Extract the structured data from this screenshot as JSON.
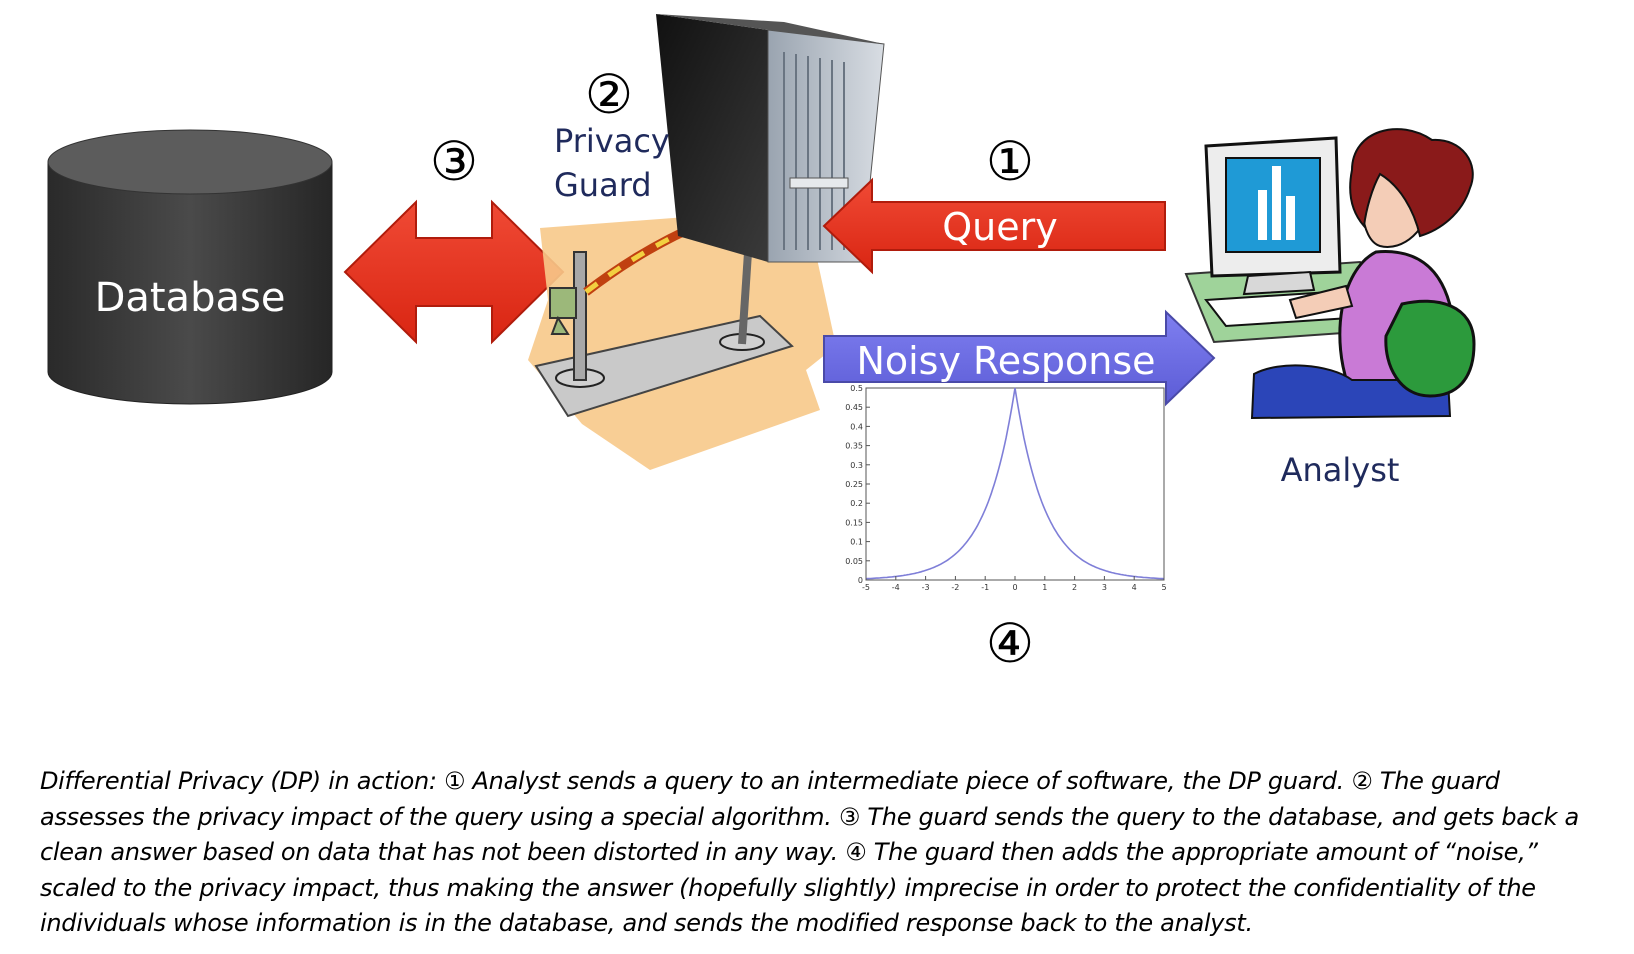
{
  "diagram": {
    "database_label": "Database",
    "guard_label_line1": "Privacy",
    "guard_label_line2": "Guard",
    "query_label": "Query",
    "noisy_response_label": "Noisy Response",
    "analyst_label": "Analyst",
    "step_markers": {
      "one": "①",
      "two": "②",
      "three": "③",
      "four": "④"
    }
  },
  "chart_data": {
    "type": "line",
    "x": [
      -5,
      -4.5,
      -4,
      -3.5,
      -3,
      -2.5,
      -2,
      -1.5,
      -1,
      -0.5,
      0,
      0.5,
      1,
      1.5,
      2,
      2.5,
      3,
      3.5,
      4,
      4.5,
      5
    ],
    "series": [
      {
        "values": [
          0.0034,
          0.0056,
          0.0092,
          0.0151,
          0.0249,
          0.041,
          0.0677,
          0.1116,
          0.1839,
          0.3033,
          0.5,
          0.3033,
          0.1839,
          0.1116,
          0.0677,
          0.041,
          0.0249,
          0.0151,
          0.0092,
          0.0056,
          0.0034
        ]
      }
    ],
    "xlim": [
      -5,
      5
    ],
    "ylim": [
      0,
      0.5
    ],
    "x_ticks": [
      "-5",
      "-4",
      "-3",
      "-2",
      "-1",
      "0",
      "1",
      "2",
      "3",
      "4",
      "5"
    ],
    "y_ticks": [
      "0",
      "0.05",
      "0.1",
      "0.15",
      "0.2",
      "0.25",
      "0.3",
      "0.35",
      "0.4",
      "0.45",
      "0.5"
    ],
    "line_color": "#7f7fd8",
    "grid": false
  },
  "caption": {
    "lead": "Differential Privacy (DP) in action: ",
    "step1_marker": "①",
    "step1_text": " Analyst sends a query to an intermediate piece of software, the DP guard. ",
    "step2_marker": "②",
    "step2_text": " The guard assesses the privacy impact of the query using a special algorithm. ",
    "step3_marker": "③",
    "step3_text": " The guard sends the query to the database, and gets back a clean answer based on data that has not been distorted in any way. ",
    "step4_marker": "④",
    "step4_text": " The guard then adds the appropriate amount of “noise,” scaled to the privacy impact, thus making the answer (hopefully slightly) imprecise in order to protect the confidentiality of the individuals whose information is in the database, and sends the modified response back to the analyst."
  }
}
